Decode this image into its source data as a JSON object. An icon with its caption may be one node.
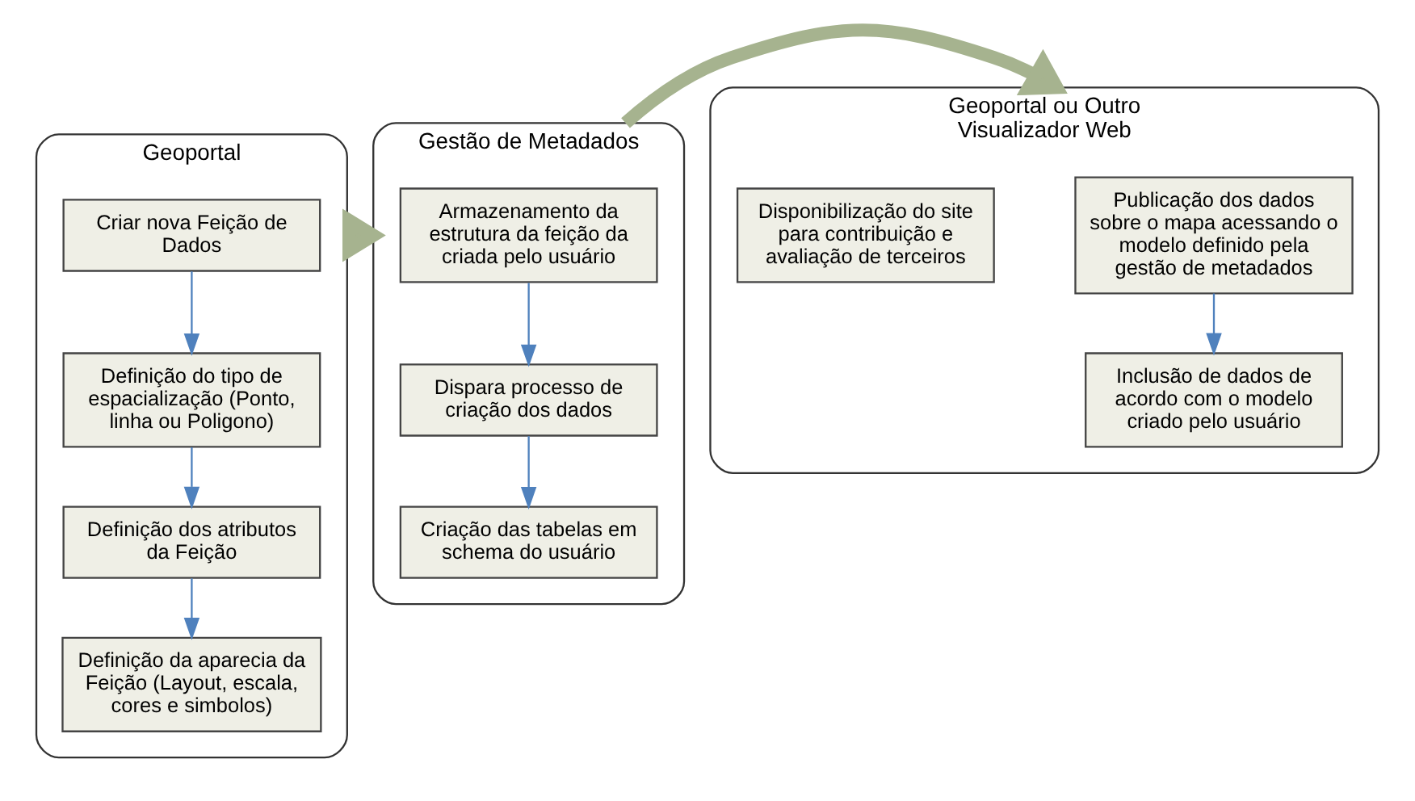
{
  "diagram": {
    "nodes": [
      {
        "text": [
          "Geoportal"
        ]
      },
      {
        "text": [
          "Criar nova Feição de Dados"
        ],
        "in": 0
      },
      {
        "text": [
          "Definição do tipo de espacialização (Ponto, linha ou Poligono)"
        ],
        "in": 0
      },
      {
        "text": [
          "Definição dos atributos da Feição"
        ],
        "in": 0
      },
      {
        "text": [
          "Definição da aparecia da Feição (Layout, escala, cores e simbolos)"
        ],
        "in": 0
      },
      {
        "text": [
          "Gestão de Metadados"
        ]
      },
      {
        "text": [
          "Armazenamento da estrutura da feição da criada pelo usuário"
        ],
        "in": 5
      },
      {
        "text": [
          "Dispara processo de criação dos dados"
        ],
        "in": 5
      },
      {
        "text": [
          "Criação das tabelas em schema do usuário"
        ],
        "in": 5
      },
      {
        "text": [
          "Geoportal ou Outro Visualizador Web"
        ]
      },
      {
        "text": [
          "Publicação dos dados sobre o mapa acessando o modelo definido pela gestão de metadados"
        ],
        "in": 9
      },
      {
        "text": [
          "Inclusão de dados de acordo com o modelo criado pelo usuário"
        ],
        "in": 9
      },
      {
        "text": [
          "Disponibilização do site para contribuição e avaliação de terceiros"
        ],
        "in": 9
      }
    ],
    "edges": [
      {
        "from": 1,
        "to": 2,
        "arrow": "to"
      },
      {
        "from": 2,
        "to": 3,
        "arrow": "to"
      },
      {
        "from": 3,
        "to": 4,
        "arrow": "to"
      },
      {
        "from": 6,
        "to": 7,
        "arrow": "to"
      },
      {
        "from": 7,
        "to": 8,
        "arrow": "to"
      },
      {
        "from": 10,
        "to": 11,
        "arrow": "to"
      },
      {
        "from": 0,
        "to": 5,
        "arrow": "to",
        "style": "thick",
        "color": "#a6b38f"
      },
      {
        "from": 5,
        "to": 9,
        "arrow": "to",
        "style": "thick",
        "color": "#a6b38f"
      }
    ]
  }
}
